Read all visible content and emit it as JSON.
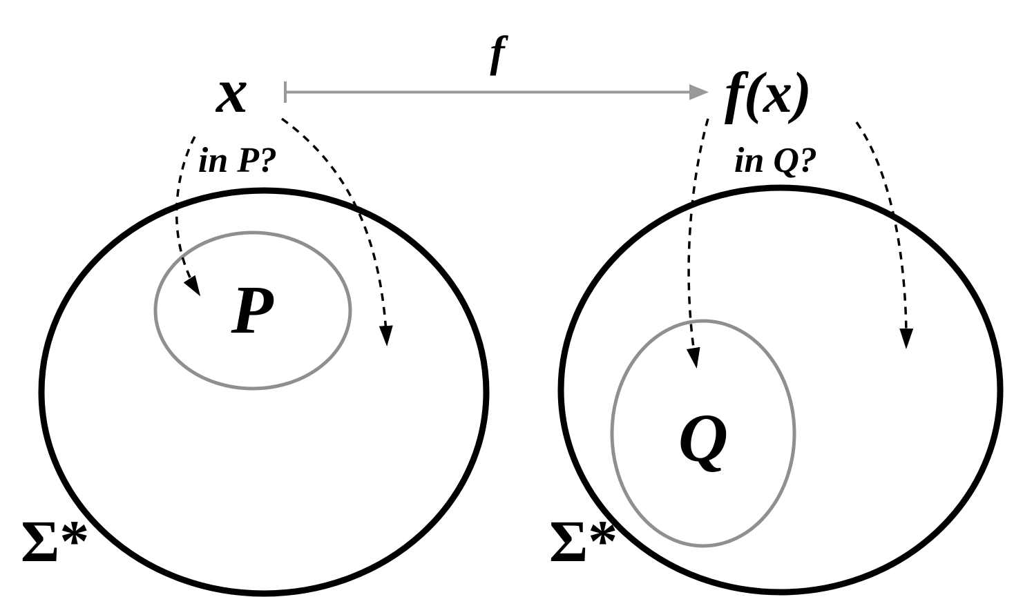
{
  "diagram": {
    "labels": {
      "input": "x",
      "function": "f",
      "output": "f(x)",
      "query_p": "in P?",
      "query_q": "in Q?",
      "set_p": "P",
      "set_q": "Q",
      "universe_left": "Σ*",
      "universe_right": "Σ*"
    },
    "colors": {
      "ink": "#000000",
      "subset_outline": "#8f8f8f",
      "map_arrow": "#999999"
    }
  }
}
